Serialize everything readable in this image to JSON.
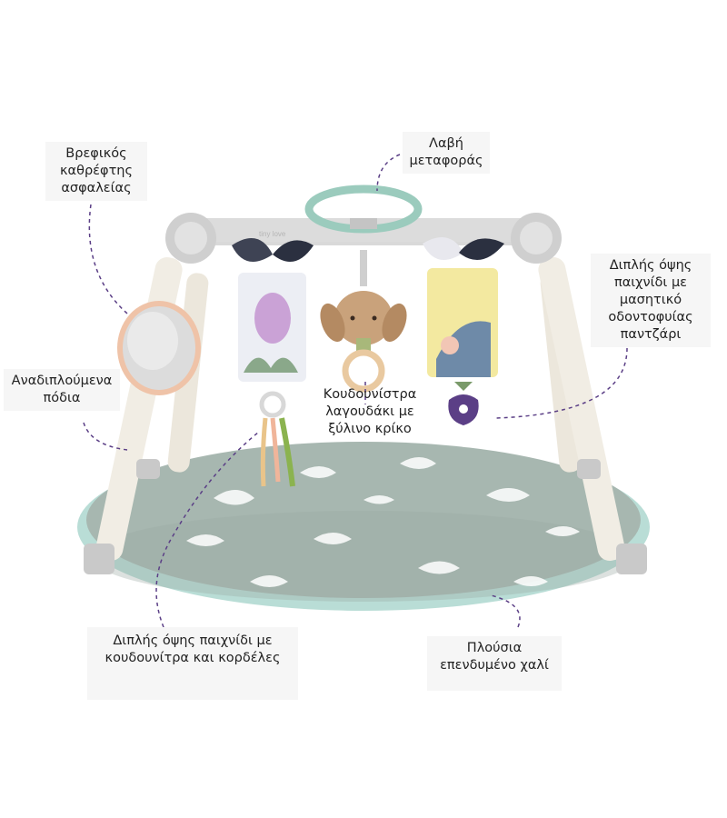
{
  "colors": {
    "leader_line": "#5b3f86",
    "label_bg": "#f6f6f6",
    "mat": "#a7b7b0",
    "mat_rim": "#b9ddd6",
    "frame": "#dcdcdc",
    "legs": "#f1ede4",
    "handle": "#9bcbbd"
  },
  "product_logo": "tiny love",
  "labels": {
    "mirror": {
      "lines": [
        "Βρεφικός",
        "καθρέφτης",
        "ασφαλείας"
      ]
    },
    "handle": {
      "lines": [
        "Λαβή",
        "μεταφοράς"
      ]
    },
    "teether": {
      "lines": [
        "Διπλής όψης",
        "παιχνίδι με",
        "μασητικό",
        "οδοντοφυίας",
        "παντζάρι"
      ]
    },
    "legs": {
      "lines": [
        "Αναδιπλούμενα",
        "πόδια"
      ]
    },
    "bunny": {
      "lines": [
        "Κουδουνίστρα",
        "λαγουδάκι με",
        "ξύλινο κρίκο"
      ]
    },
    "ribbons": {
      "lines": [
        "Διπλής όψης παιχνίδι με",
        "κουδουνίτρα και κορδέλες"
      ]
    },
    "mat": {
      "lines": [
        "Πλούσια",
        "επενδυμένο χαλί"
      ]
    }
  }
}
